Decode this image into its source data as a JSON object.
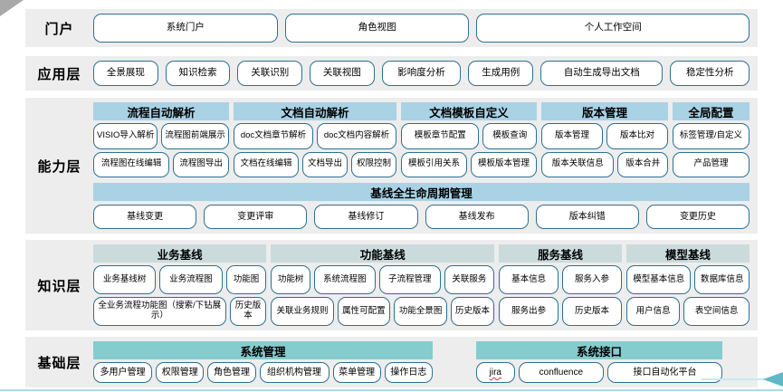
{
  "colors": {
    "row_bg": "#ededed",
    "box_border": "#2d7091",
    "capability_header": "#a9d2e5",
    "knowledge_header": "#cbdbdc",
    "foundation_header": "#85cccf",
    "bottom_line": "#aadcec",
    "arrow": "#5fb8c6"
  },
  "decorations": {
    "spellcheck_underline": "jira"
  },
  "layers": [
    {
      "name": "portal",
      "label": "门户",
      "buttons": [
        "系统门户",
        "角色视图",
        "个人工作空间"
      ]
    },
    {
      "name": "application",
      "label": "应用层",
      "buttons": [
        "全景展现",
        "知识检索",
        "关联识别",
        "关联视图",
        "影响度分析",
        "生成用例",
        "自动生成导出文档",
        "稳定性分析"
      ]
    },
    {
      "name": "capability",
      "label": "能力层",
      "groups": [
        {
          "title": "流程自动解析",
          "rows": [
            [
              "VISIO导入解析",
              "流程图前端展示"
            ],
            [
              "流程图在线编辑",
              "流程图导出"
            ]
          ]
        },
        {
          "title": "文档自动解析",
          "rows": [
            [
              "doc文档章节解析",
              "doc文档内容解析"
            ],
            [
              "文档在线编辑",
              "文档导出",
              "权限控制"
            ]
          ]
        },
        {
          "title": "文档模板自定义",
          "rows": [
            [
              "模板章节配置",
              "模板查询"
            ],
            [
              "模板引用关系",
              "模板版本管理"
            ]
          ]
        },
        {
          "title": "版本管理",
          "rows": [
            [
              "版本管理",
              "版本比对"
            ],
            [
              "版本关联信息",
              "版本合并"
            ]
          ]
        },
        {
          "title": "全局配置",
          "rows": [
            [
              "标签管理/自定义"
            ],
            [
              "产品管理"
            ]
          ]
        }
      ],
      "baseline": {
        "title": "基线全生命周期管理",
        "buttons": [
          "基线变更",
          "变更评审",
          "基线修订",
          "基线发布",
          "版本纠错",
          "变更历史"
        ]
      }
    },
    {
      "name": "knowledge",
      "label": "知识层",
      "groups": [
        {
          "title": "业务基线",
          "rows": [
            [
              "业务基线树",
              "业务流程图",
              "功能图"
            ],
            [
              "全业务流程功能图（搜索/下钻展示）",
              "历史版本"
            ]
          ]
        },
        {
          "title": "功能基线",
          "rows": [
            [
              "功能树",
              "系统流程图",
              "子流程管理",
              "关联服务"
            ],
            [
              "关联业务规则",
              "属性可配置",
              "功能全景图",
              "历史版本"
            ]
          ]
        },
        {
          "title": "服务基线",
          "rows": [
            [
              "基本信息",
              "服务入参"
            ],
            [
              "服务出参",
              "历史版本"
            ]
          ]
        },
        {
          "title": "模型基线",
          "rows": [
            [
              "模型基本信息",
              "数据库信息"
            ],
            [
              "用户信息",
              "表空间信息"
            ]
          ]
        }
      ]
    },
    {
      "name": "foundation",
      "label": "基础层",
      "groups": [
        {
          "title": "系统管理",
          "rows": [
            [
              "多用户管理",
              "权限管理",
              "角色管理",
              "组织机构管理",
              "菜单管理",
              "操作日志"
            ]
          ]
        },
        {
          "title": "系统接口",
          "rows": [
            [
              "jira",
              "confluence",
              "接口自动化平台"
            ]
          ]
        }
      ]
    }
  ]
}
